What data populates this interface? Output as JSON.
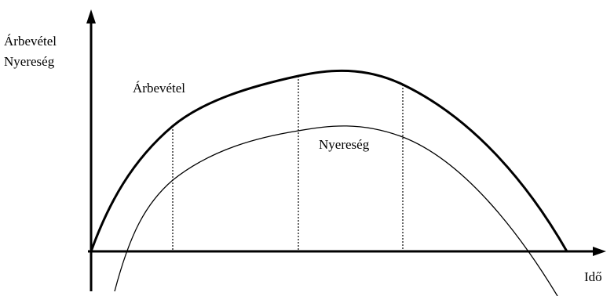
{
  "labels": {
    "y_axis_line1": "Árbevétel",
    "y_axis_line2": "Nyereség",
    "x_axis": "Idő",
    "revenue_curve": "Árbevétel",
    "profit_curve": "Nyereség"
  },
  "colors": {
    "line": "#000000",
    "background": "#ffffff"
  }
}
